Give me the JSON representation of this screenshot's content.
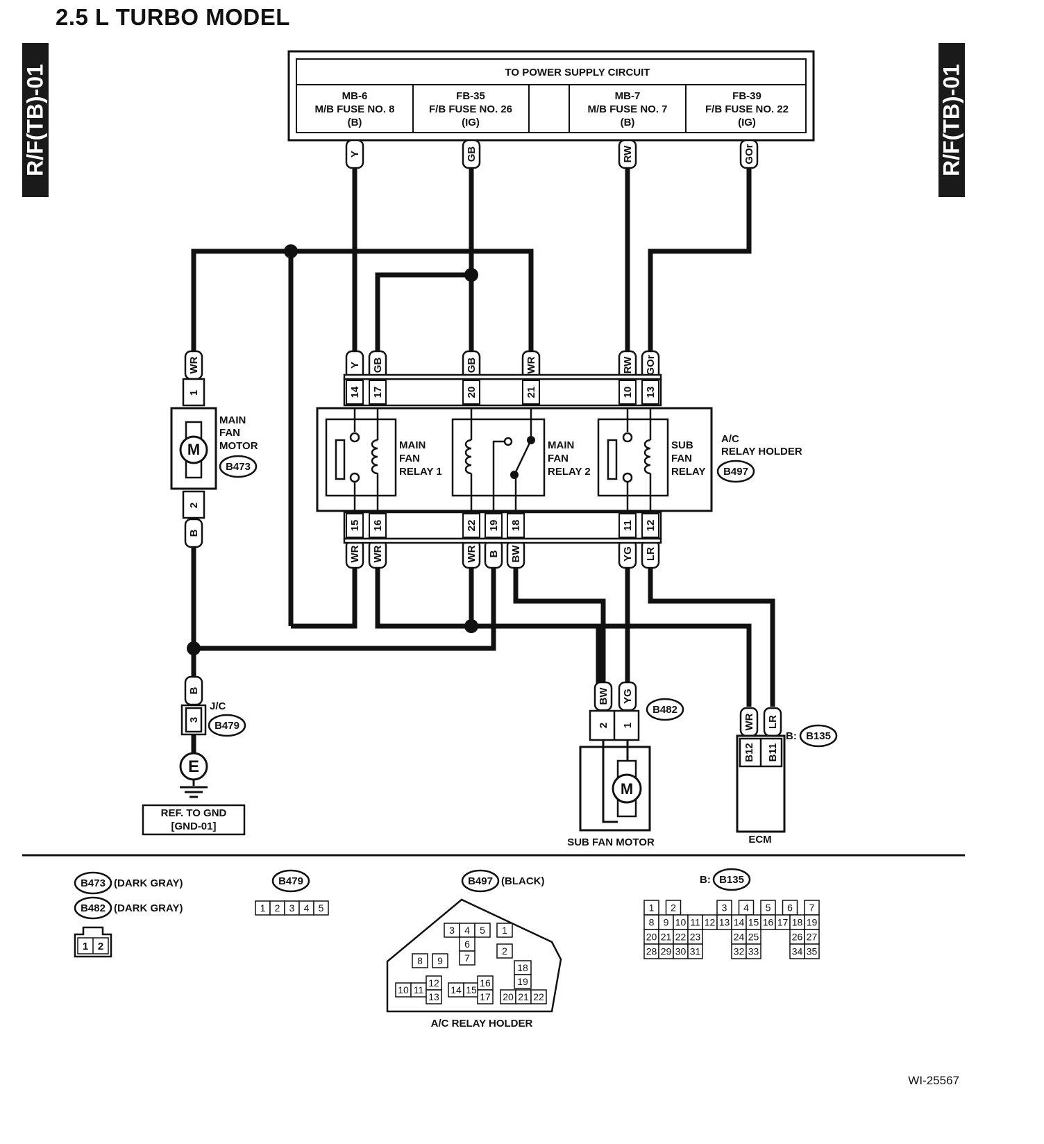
{
  "title": "2.5 L TURBO MODEL",
  "side_tab": "R/F(TB)-01",
  "figure_id": "WI-25567",
  "power": {
    "header": "TO POWER SUPPLY CIRCUIT",
    "fuses": [
      {
        "l1": "MB-6",
        "l2": "M/B FUSE NO. 8",
        "l3": "(B)"
      },
      {
        "l1": "FB-35",
        "l2": "F/B FUSE NO. 26",
        "l3": "(IG)"
      },
      {
        "l1": "MB-7",
        "l2": "M/B FUSE NO. 7",
        "l3": "(B)"
      },
      {
        "l1": "FB-39",
        "l2": "F/B FUSE NO. 22",
        "l3": "(IG)"
      }
    ]
  },
  "wires": {
    "top": [
      "Y",
      "GB",
      "RW",
      "GOr"
    ],
    "relay_in": [
      "Y",
      "GB",
      "GB",
      "WR",
      "RW",
      "GOr"
    ],
    "relay_out": [
      "WR",
      "WR",
      "WR",
      "B",
      "BW",
      "YG",
      "LR"
    ],
    "motor_top": "WR",
    "motor_bottom": "B",
    "jc": "B",
    "sub_fan": [
      "BW",
      "YG"
    ],
    "ecm": [
      "WR",
      "LR"
    ]
  },
  "pins": {
    "relay_top": [
      "14",
      "17",
      "20",
      "21",
      "10",
      "13"
    ],
    "relay_bottom": [
      "15",
      "16",
      "22",
      "19",
      "18",
      "11",
      "12"
    ],
    "main_motor": [
      "1",
      "2"
    ],
    "jc": "3",
    "sub_fan": [
      "2",
      "1"
    ],
    "ecm": [
      "B12",
      "B11"
    ]
  },
  "components": {
    "main_fan_motor": {
      "l1": "MAIN",
      "l2": "FAN",
      "l3": "MOTOR",
      "connector": "B473",
      "symbol": "M"
    },
    "relay1": {
      "l1": "MAIN",
      "l2": "FAN",
      "l3": "RELAY 1"
    },
    "relay2": {
      "l1": "MAIN",
      "l2": "FAN",
      "l3": "RELAY 2"
    },
    "sub_relay": {
      "l1": "SUB",
      "l2": "FAN",
      "l3": "RELAY"
    },
    "relay_holder": {
      "l1": "A/C",
      "l2": "RELAY HOLDER",
      "connector": "B497"
    },
    "jc": {
      "label": "J/C",
      "connector": "B479"
    },
    "ground": {
      "symbol": "E",
      "ref1": "REF. TO GND",
      "ref2": "[GND-01]"
    },
    "sub_fan_motor": {
      "label": "SUB FAN MOTOR",
      "connector": "B482",
      "symbol": "M"
    },
    "ecm": {
      "label": "ECM",
      "prefix": "B:",
      "connector": "B135"
    }
  },
  "legend": {
    "b473": {
      "connector": "B473",
      "color": "(DARK GRAY)"
    },
    "b482": {
      "connector": "B482",
      "color": "(DARK GRAY)",
      "pins": [
        "1",
        "2"
      ]
    },
    "b479": {
      "connector": "B479",
      "pins": [
        "1",
        "2",
        "3",
        "4",
        "5"
      ]
    },
    "b497": {
      "connector": "B497",
      "color": "(BLACK)",
      "caption": "A/C RELAY HOLDER",
      "pins": [
        "3",
        "4",
        "5",
        "1",
        "6",
        "2",
        "8",
        "9",
        "7",
        "18",
        "10",
        "11",
        "12",
        "13",
        "14",
        "15",
        "16",
        "17",
        "19",
        "20",
        "21",
        "22"
      ]
    },
    "b135": {
      "prefix": "B:",
      "connector": "B135",
      "row1": [
        "1",
        "2",
        "",
        "3",
        "4",
        "5",
        "6",
        "7"
      ],
      "row2": [
        "8",
        "9",
        "10",
        "11",
        "12",
        "13",
        "14",
        "15",
        "16",
        "17",
        "18",
        "19"
      ],
      "row3": [
        "20",
        "21",
        "22",
        "23",
        "",
        "",
        "24",
        "25",
        "",
        "",
        "26",
        "27"
      ],
      "row4": [
        "28",
        "29",
        "30",
        "31",
        "",
        "",
        "32",
        "33",
        "",
        "",
        "34",
        "35"
      ]
    }
  }
}
